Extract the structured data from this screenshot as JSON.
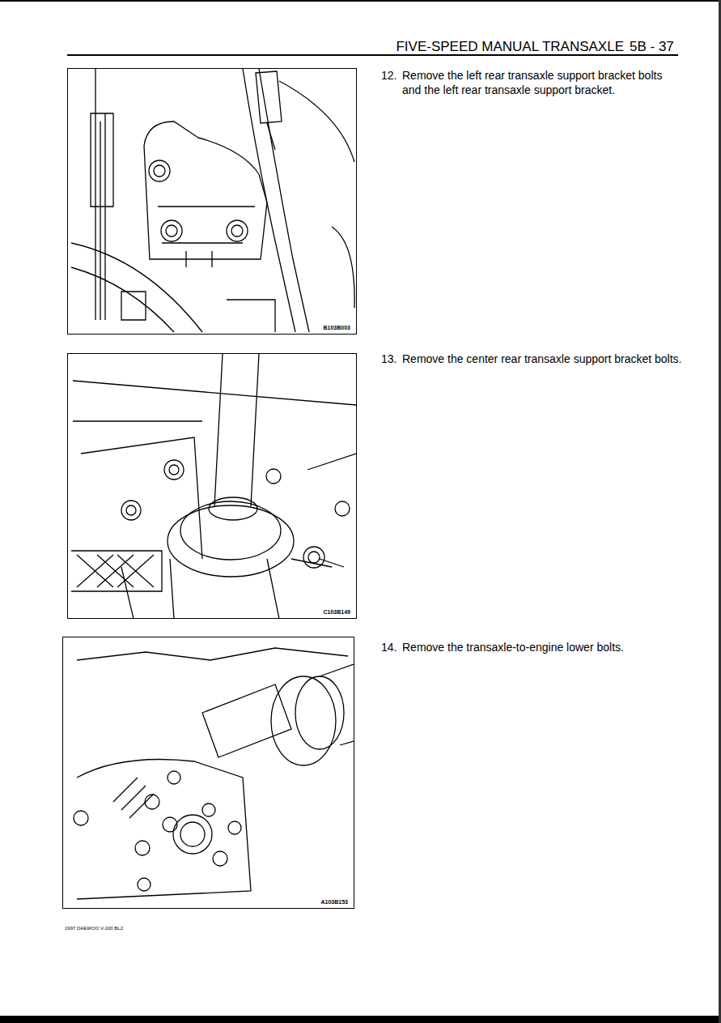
{
  "diagram": {
    "title": "FIVE-SPEED MANUAL TRANSAXLE",
    "nodes": [
      {
        "text": [
          "B103B003"
        ]
      },
      {
        "text": [
          "C103B149"
        ]
      },
      {
        "text": [
          "A103B153"
        ]
      }
    ],
    "labels": [
      "5B - 37",
      "12.",
      "Remove the left rear transaxle support bracket bolts and the left rear transaxle support bracket.",
      "13.",
      "Remove the center rear transaxle support bracket bolts.",
      "14.",
      "Remove the transaxle-to-engine lower bolts.",
      "1997 DAEWOO V-100 BL2"
    ]
  }
}
